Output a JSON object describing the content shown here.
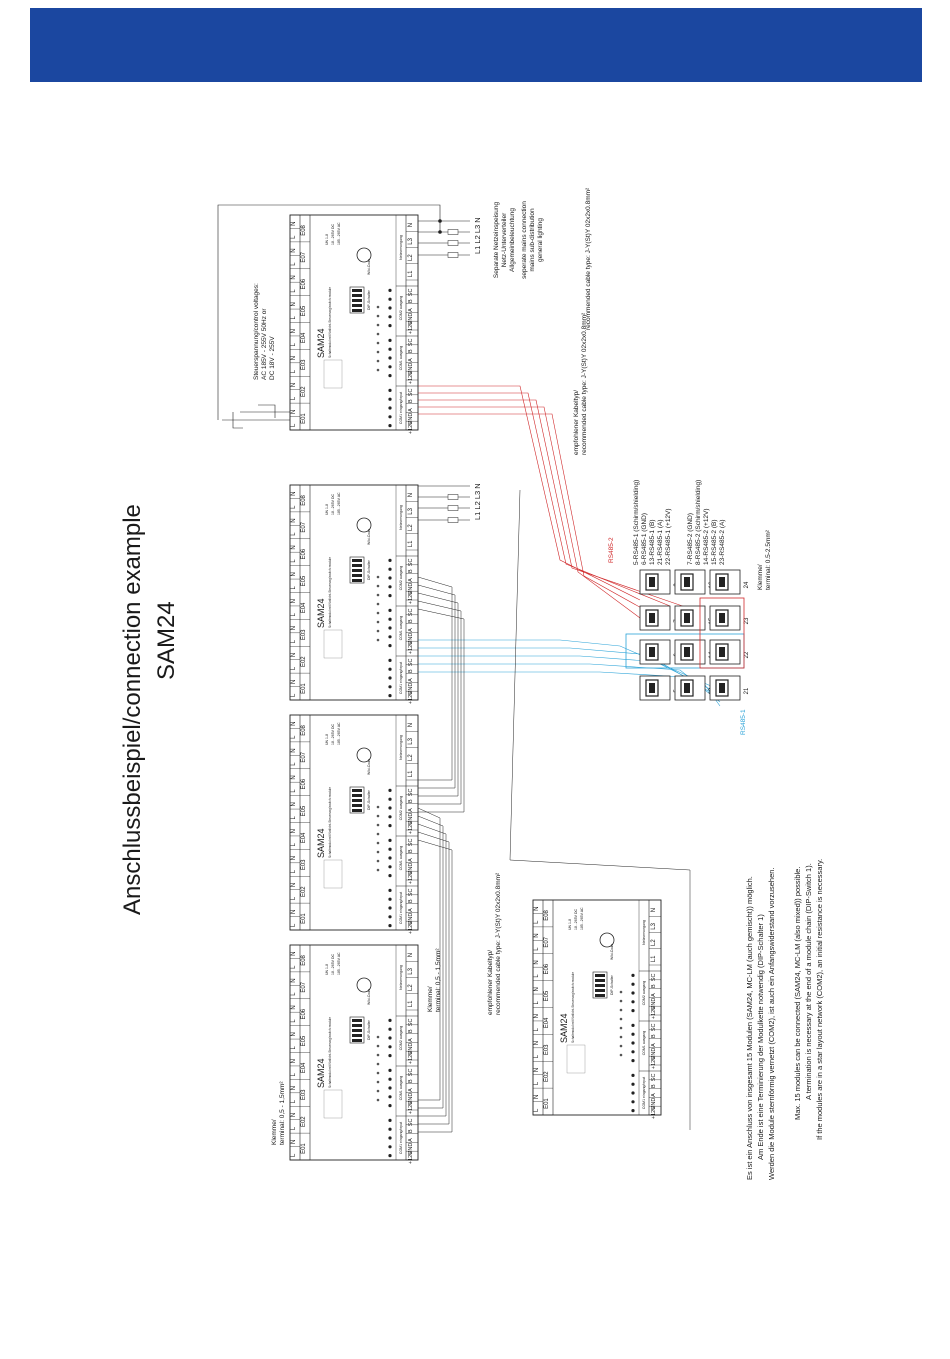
{
  "header": {
    "color": "#1b47a0"
  },
  "title": {
    "line1": "Anschlussbeispiel/connection example",
    "line2": "SAM24"
  },
  "module": {
    "name": "SAM24",
    "subtitle": "Schaltmodul mit Notlicht-Steuerung/switch module",
    "inputs": [
      "E01",
      "E02",
      "E03",
      "E04",
      "E05",
      "E06",
      "E07",
      "E08"
    ],
    "pins": [
      "L",
      "N",
      "L",
      "N",
      "L",
      "N",
      "L",
      "N",
      "L",
      "N",
      "L",
      "N",
      "L",
      "N",
      "L",
      "N"
    ],
    "com_in": [
      "+12V",
      "GND",
      "A",
      "B",
      "SC"
    ],
    "com_out": [
      "+12V",
      "GND",
      "A",
      "B",
      "SC"
    ],
    "com2": [
      "+12V",
      "GND",
      "A",
      "B",
      "SC"
    ],
    "mains": [
      "L1",
      "L2",
      "L3",
      "N"
    ],
    "labels": {
      "com1_in": "COM1 eingang/input",
      "com1_out": "COM1 ausgang",
      "com2": "COM2 ausgang",
      "mains": "Netzversorgung",
      "dip": "DIP-Schalter",
      "wiki": "Wiki-Code",
      "rating1": "UN 1-8",
      "rating2": "18...265V DC",
      "rating3": "185...265V AC"
    }
  },
  "annotations": {
    "control_voltage": [
      "Steuerspannung/control voltages:",
      "AC 185V - 255V 50Hz or",
      "DC 18V - 255V"
    ],
    "mains_phases": "L1 L2 L3 N",
    "separate_supply": [
      "Separate Netzeinspeisung",
      "Netz-Unterverteiler",
      "Allgemeinbeleuchtung",
      "seperate mains connection",
      "mains sub-distribution",
      "general lighting"
    ],
    "cable_top": [
      "empfohlener Kabeltyp/",
      "recommended cable type: J-Y(St)Y 02x2x0.8mm²"
    ],
    "cable_bottom": [
      "empfohlener Kabeltyp/",
      "recommended cable type: J-Y(St)Y 02x2x0.8mm²"
    ],
    "terminal_left": [
      "Klemme/",
      "terminal: 0,5 - 1,5mm²"
    ],
    "terminal_mid": [
      "Klemme/",
      "terminal: 0,5 - 1,5mm²"
    ],
    "terminal_block": [
      "Klemme/",
      "terminal: 0.5-2.5mm²"
    ],
    "rs485_2_label": "RS485-2",
    "rs485_1_label": "RS485-1",
    "rs485_1_desc": [
      "5-RS485-1 (Schirm/shielding)",
      "6-RS485-1 (GND)",
      "13-RS485-1 (B)",
      "21-RS485-1 (A)",
      "22-RS485-1 (+12V)"
    ],
    "rs485_2_desc": [
      "7-RS485-2 (GND)",
      "8-RS485-2 (Schirm/shielding)",
      "14-RS485-2 (+12V)",
      "15-RS485-2 (B)",
      "23-RS485-2 (A)"
    ],
    "terminal_numbers": [
      [
        "5",
        "13",
        "21"
      ],
      [
        "6",
        "14",
        "22"
      ],
      [
        "7",
        "15",
        "23"
      ],
      [
        "8",
        "16",
        "24"
      ]
    ]
  },
  "notes": {
    "de": [
      "Es ist ein Anschluss von insgesamt 15 Modulen (SAM24, MC-LM (auch gemischt)) möglich.",
      "Am Ende ist eine Terminierung der Modulkette notwendig (DIP-Schalter 1)",
      "Werden die Module sternförmig vernetzt (COM2), ist auch ein Anfangswiderstand vorzusehen."
    ],
    "en": [
      "Max. 15 modules can be connected (SAM24, MC-LM (also mixed)) possible.",
      "A termination is necessary at the end of a module chain (DIP-Switch 1).",
      "If the modules are in a star layout network (COM2), an initial resistance is necessary."
    ]
  },
  "colors": {
    "red_bus": "#d0282a",
    "blue_bus": "#2aa3d8",
    "line": "#222222"
  }
}
